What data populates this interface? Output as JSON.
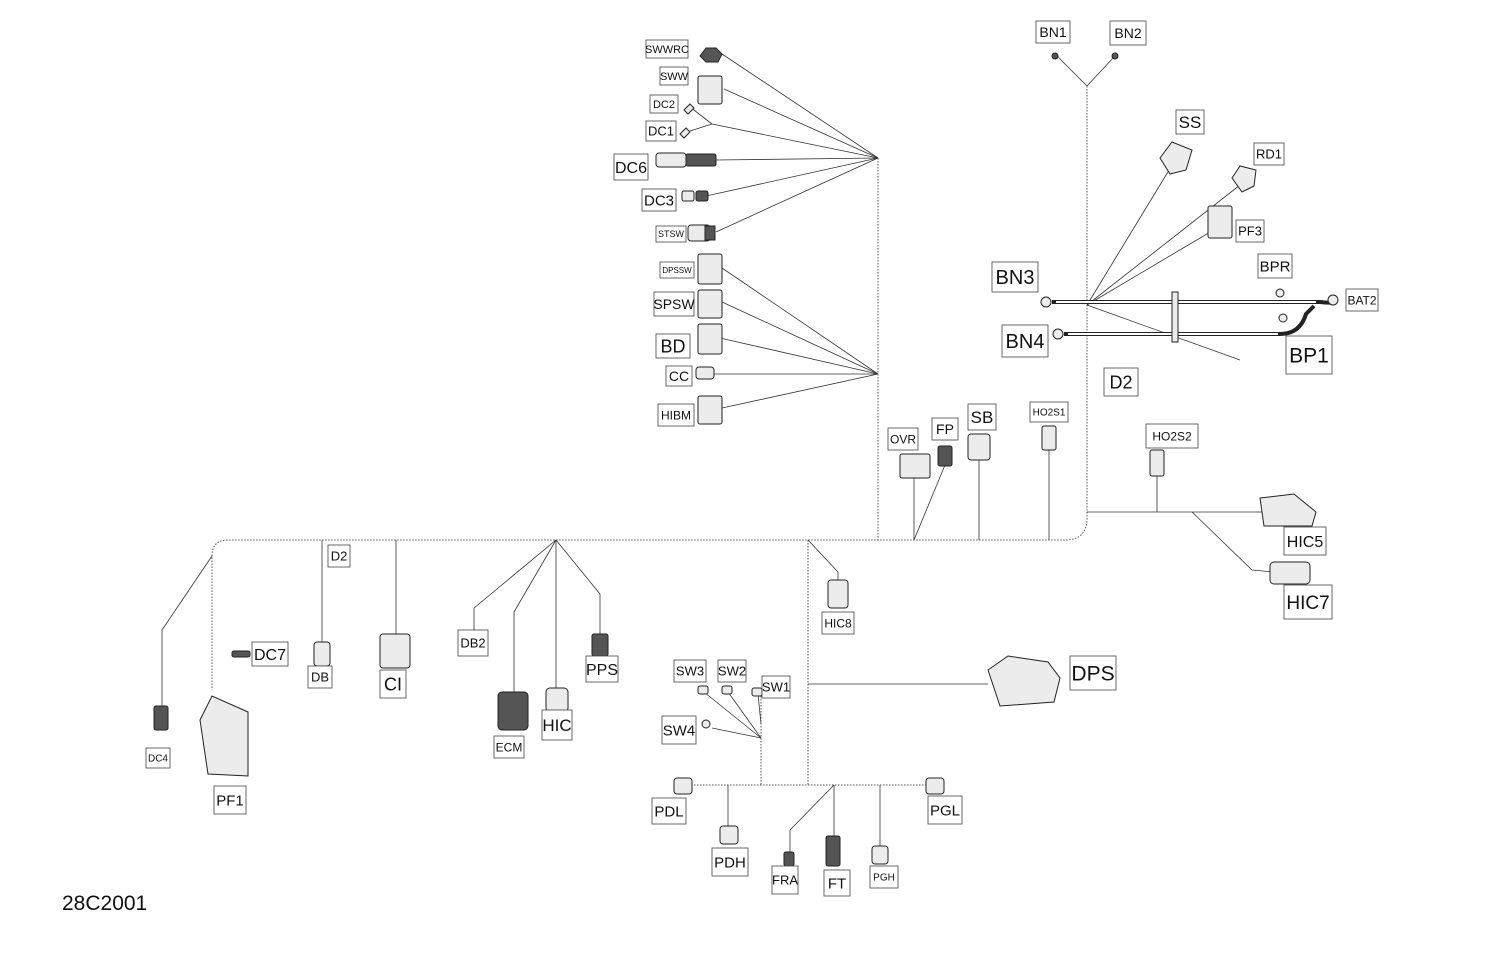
{
  "drawing_code": "28C2001",
  "harness_label": "D2",
  "connectors": [
    {
      "id": "SWWRC",
      "label": "SWWRC"
    },
    {
      "id": "SWW",
      "label": "SWW"
    },
    {
      "id": "DC2",
      "label": "DC2"
    },
    {
      "id": "DC1",
      "label": "DC1"
    },
    {
      "id": "DC6",
      "label": "DC6"
    },
    {
      "id": "DC3",
      "label": "DC3"
    },
    {
      "id": "STSW",
      "label": "STSW"
    },
    {
      "id": "DPSSW",
      "label": "DPSSW"
    },
    {
      "id": "SPSW",
      "label": "SPSW"
    },
    {
      "id": "BD",
      "label": "BD"
    },
    {
      "id": "CC",
      "label": "CC"
    },
    {
      "id": "HIBM",
      "label": "HIBM"
    },
    {
      "id": "BN1",
      "label": "BN1"
    },
    {
      "id": "BN2",
      "label": "BN2"
    },
    {
      "id": "SS",
      "label": "SS"
    },
    {
      "id": "RD1",
      "label": "RD1"
    },
    {
      "id": "PF3",
      "label": "PF3"
    },
    {
      "id": "BN3",
      "label": "BN3"
    },
    {
      "id": "BPR",
      "label": "BPR"
    },
    {
      "id": "BAT2",
      "label": "BAT2"
    },
    {
      "id": "BN4",
      "label": "BN4"
    },
    {
      "id": "BP1",
      "label": "BP1"
    },
    {
      "id": "D2_upper",
      "label": "D2"
    },
    {
      "id": "HO2S1",
      "label": "HO2S1"
    },
    {
      "id": "HO2S2",
      "label": "HO2S2"
    },
    {
      "id": "OVR",
      "label": "OVR"
    },
    {
      "id": "FP",
      "label": "FP"
    },
    {
      "id": "SB",
      "label": "SB"
    },
    {
      "id": "HIC5",
      "label": "HIC5"
    },
    {
      "id": "HIC7",
      "label": "HIC7"
    },
    {
      "id": "D2_lower",
      "label": "D2"
    },
    {
      "id": "DC7",
      "label": "DC7"
    },
    {
      "id": "DB",
      "label": "DB"
    },
    {
      "id": "CI",
      "label": "CI"
    },
    {
      "id": "DB2",
      "label": "DB2"
    },
    {
      "id": "PPS",
      "label": "PPS"
    },
    {
      "id": "HIC8",
      "label": "HIC8"
    },
    {
      "id": "DC4",
      "label": "DC4"
    },
    {
      "id": "PF1",
      "label": "PF1"
    },
    {
      "id": "ECM",
      "label": "ECM"
    },
    {
      "id": "HIC",
      "label": "HIC"
    },
    {
      "id": "SW3",
      "label": "SW3"
    },
    {
      "id": "SW2",
      "label": "SW2"
    },
    {
      "id": "SW1",
      "label": "SW1"
    },
    {
      "id": "SW4",
      "label": "SW4"
    },
    {
      "id": "DPS",
      "label": "DPS"
    },
    {
      "id": "PDL",
      "label": "PDL"
    },
    {
      "id": "PGL",
      "label": "PGL"
    },
    {
      "id": "PDH",
      "label": "PDH"
    },
    {
      "id": "FRA",
      "label": "FRA"
    },
    {
      "id": "FT",
      "label": "FT"
    },
    {
      "id": "PGH",
      "label": "PGH"
    }
  ]
}
